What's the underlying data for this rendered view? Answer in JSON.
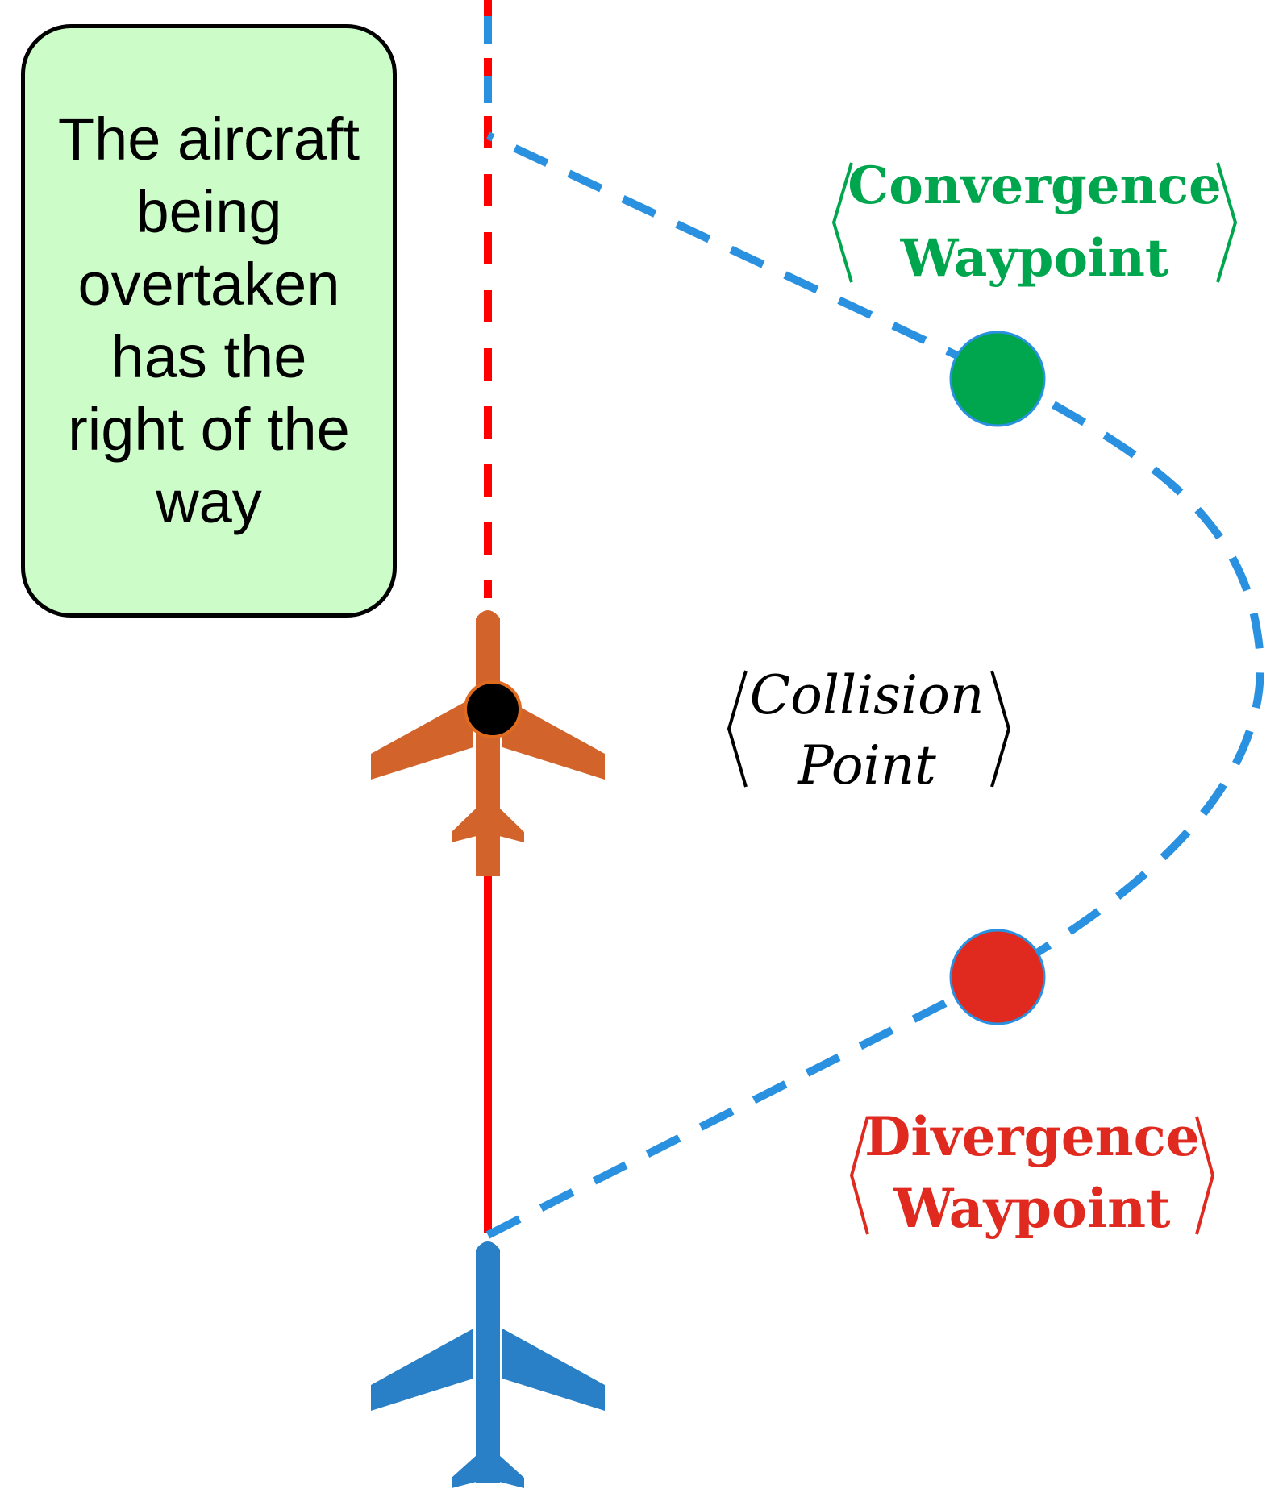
{
  "note": {
    "text": "The aircraft being overtaken has the right of the way"
  },
  "labels": {
    "convergence": {
      "line1": "Convergence",
      "line2": "Waypoint"
    },
    "collision": {
      "line1": "Collision",
      "line2": "Point"
    },
    "divergence": {
      "line1": "Divergence",
      "line2": "Waypoint"
    }
  },
  "colors": {
    "note_fill": "#ccfcc8",
    "red_path": "#ff0000",
    "blue_path": "#2a91e0",
    "intruder_aircraft": "#d2632a",
    "own_aircraft": "#2a80c6",
    "convergence": "#00a64d",
    "divergence": "#e02a1f",
    "collision": "#000000"
  },
  "icons": {
    "intruder": "airplane-icon",
    "own": "airplane-icon"
  }
}
